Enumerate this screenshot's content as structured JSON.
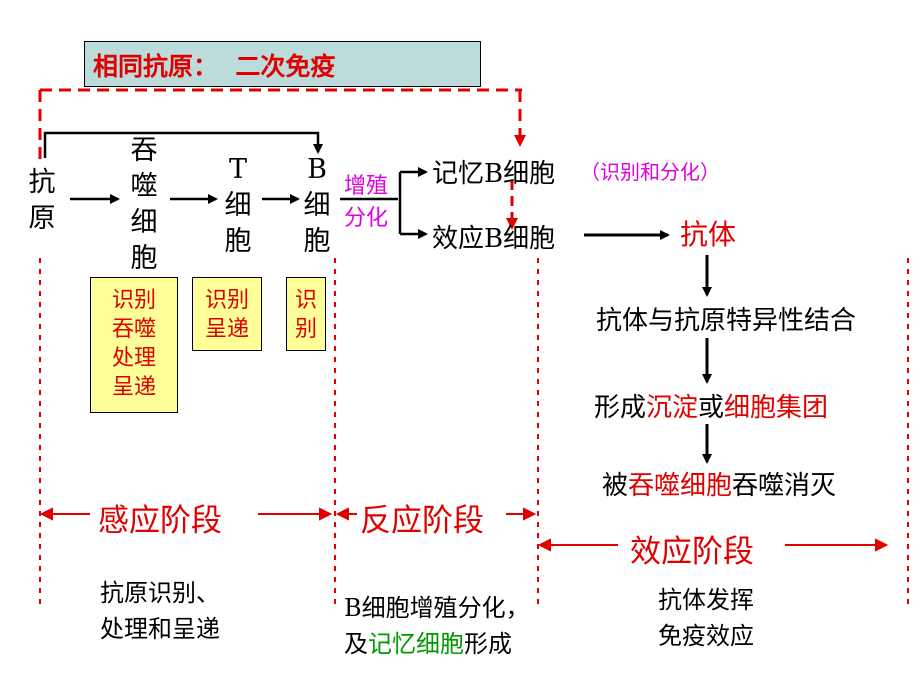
{
  "title_box": "相同抗原：  二次免疫",
  "antigen": "抗原",
  "phagocyte": "吞噬细胞",
  "t_cell": "T细胞",
  "b_cell": "B细胞",
  "proliferate": "增殖",
  "differentiate": "分化",
  "memory_b": "记忆B细胞",
  "memory_b_note": "（识别和分化）",
  "effector_b": "效应B细胞",
  "antibody": "抗体",
  "bind_step": "抗体与抗原特异性结合",
  "form_step": {
    "prefix": "形成",
    "part1": "沉淀",
    "mid": "或",
    "part2": "细胞集团"
  },
  "engulf_step": {
    "prefix": "被",
    "part1": "吞噬细胞",
    "suffix": "吞噬消灭"
  },
  "role_boxes": {
    "phagocyte": [
      "识别",
      "吞噬",
      "处理",
      "呈递"
    ],
    "t_cell": [
      "识别",
      "呈递"
    ],
    "b_cell": [
      "识",
      "别"
    ]
  },
  "stages": {
    "induction": "感应阶段",
    "reaction": "反应阶段",
    "effect": "效应阶段"
  },
  "notes": {
    "induction": [
      "抗原识别、",
      "处理和呈递"
    ],
    "reaction_line1": "B细胞增殖分化，",
    "reaction_line2": {
      "prefix": "及",
      "highlight": "记忆细胞",
      "suffix": "形成"
    },
    "effect": [
      "抗体发挥",
      "免疫效应"
    ]
  },
  "colors": {
    "red": "#e00000",
    "box_fill": "#ffff99",
    "title_fill": "#bcdcdc",
    "magenta": "#e000e0",
    "green": "#009900"
  }
}
